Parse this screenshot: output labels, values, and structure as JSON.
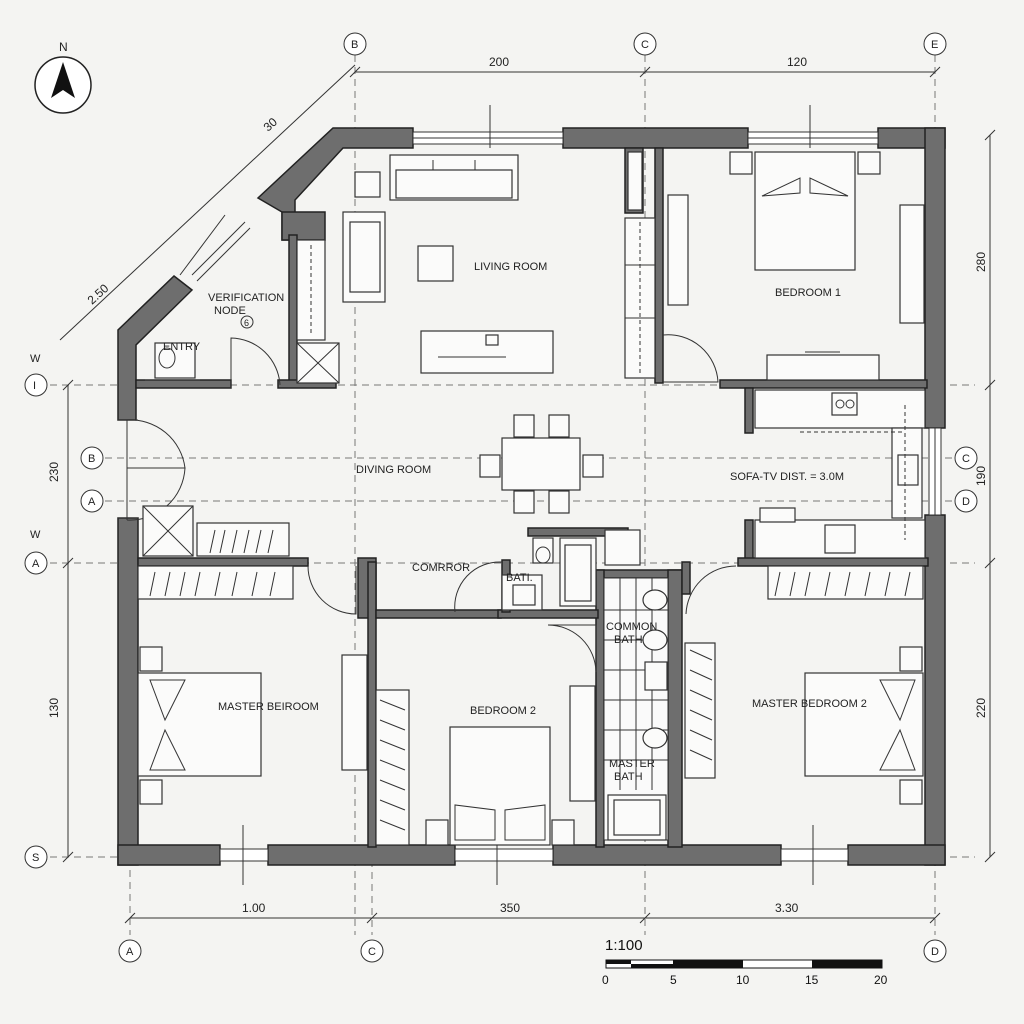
{
  "north": {
    "label": "N"
  },
  "grid_bubbles": {
    "top": [
      "B",
      "C",
      "E"
    ],
    "bottom": [
      "A",
      "C",
      "D"
    ],
    "left": [
      "I",
      "B",
      "A",
      "A",
      "S"
    ],
    "right": [
      "C",
      "D"
    ]
  },
  "axis_marks": {
    "left_w1": "W",
    "left_w2": "W"
  },
  "dimensions": {
    "top": [
      "200",
      "120"
    ],
    "bottom": [
      "1.00",
      "350",
      "3.30"
    ],
    "left": [
      "230",
      "130"
    ],
    "right": [
      "280",
      "190",
      "220"
    ],
    "diag_upper": "30",
    "diag_lower": "2.50"
  },
  "rooms": {
    "living": "LIVING ROOM",
    "bedroom1": "BEDROOM 1",
    "verification": "VERIFICATION",
    "node": "NODE",
    "node_num": "6",
    "entry": "ENTRY",
    "dining": "DIVING ROOM",
    "sofa_tv": "SOFA-TV DIST. = 3.0M",
    "corridor": "COMRROR",
    "bath": "BATI.",
    "common_bath_1": "COMMON",
    "common_bath_2": "BATH",
    "master_bath_1": "MASTER",
    "master_bath_2": "BATH",
    "master_bedroom": "MASTER BEIROOM",
    "bedroom2": "BEDROOM 2",
    "master_bedroom2": "MASTER BEDROOM 2"
  },
  "scale": {
    "ratio": "1:100",
    "ticks": [
      "0",
      "5",
      "10",
      "15",
      "20"
    ]
  }
}
